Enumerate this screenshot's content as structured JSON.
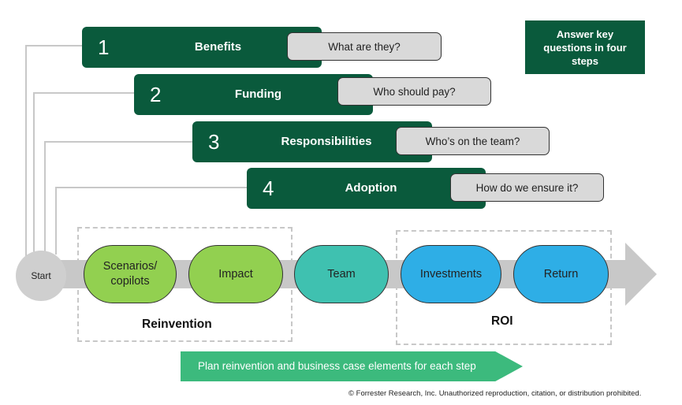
{
  "steps": [
    {
      "number": "1",
      "label": "Benefits",
      "question": "What are they?"
    },
    {
      "number": "2",
      "label": "Funding",
      "question": "Who should pay?"
    },
    {
      "number": "3",
      "label": "Responsibilities",
      "question": "Who’s on the team?"
    },
    {
      "number": "4",
      "label": "Adoption",
      "question": "How do we ensure it?"
    }
  ],
  "answer_key": "Answer key questions in four steps",
  "start_label": "Start",
  "stages": [
    {
      "label": "Scenarios/ copilots",
      "color": "#92d050"
    },
    {
      "label": "Impact",
      "color": "#92d050"
    },
    {
      "label": "Team",
      "color": "#3fc1b0"
    },
    {
      "label": "Investments",
      "color": "#2eaee6"
    },
    {
      "label": "Return",
      "color": "#2eaee6"
    }
  ],
  "groups": {
    "reinvention": "Reinvention",
    "roi": "ROI"
  },
  "plan_arrow": "Plan reinvention and business case elements for each step",
  "copyright": "© Forrester Research, Inc. Unauthorized reproduction, citation, or distribution prohibited.",
  "colors": {
    "dark_green": "#0a5a3c",
    "light_gray": "#d9d9d9",
    "arrow_gray": "#c8c8c8",
    "plan_green": "#3cba7d"
  }
}
